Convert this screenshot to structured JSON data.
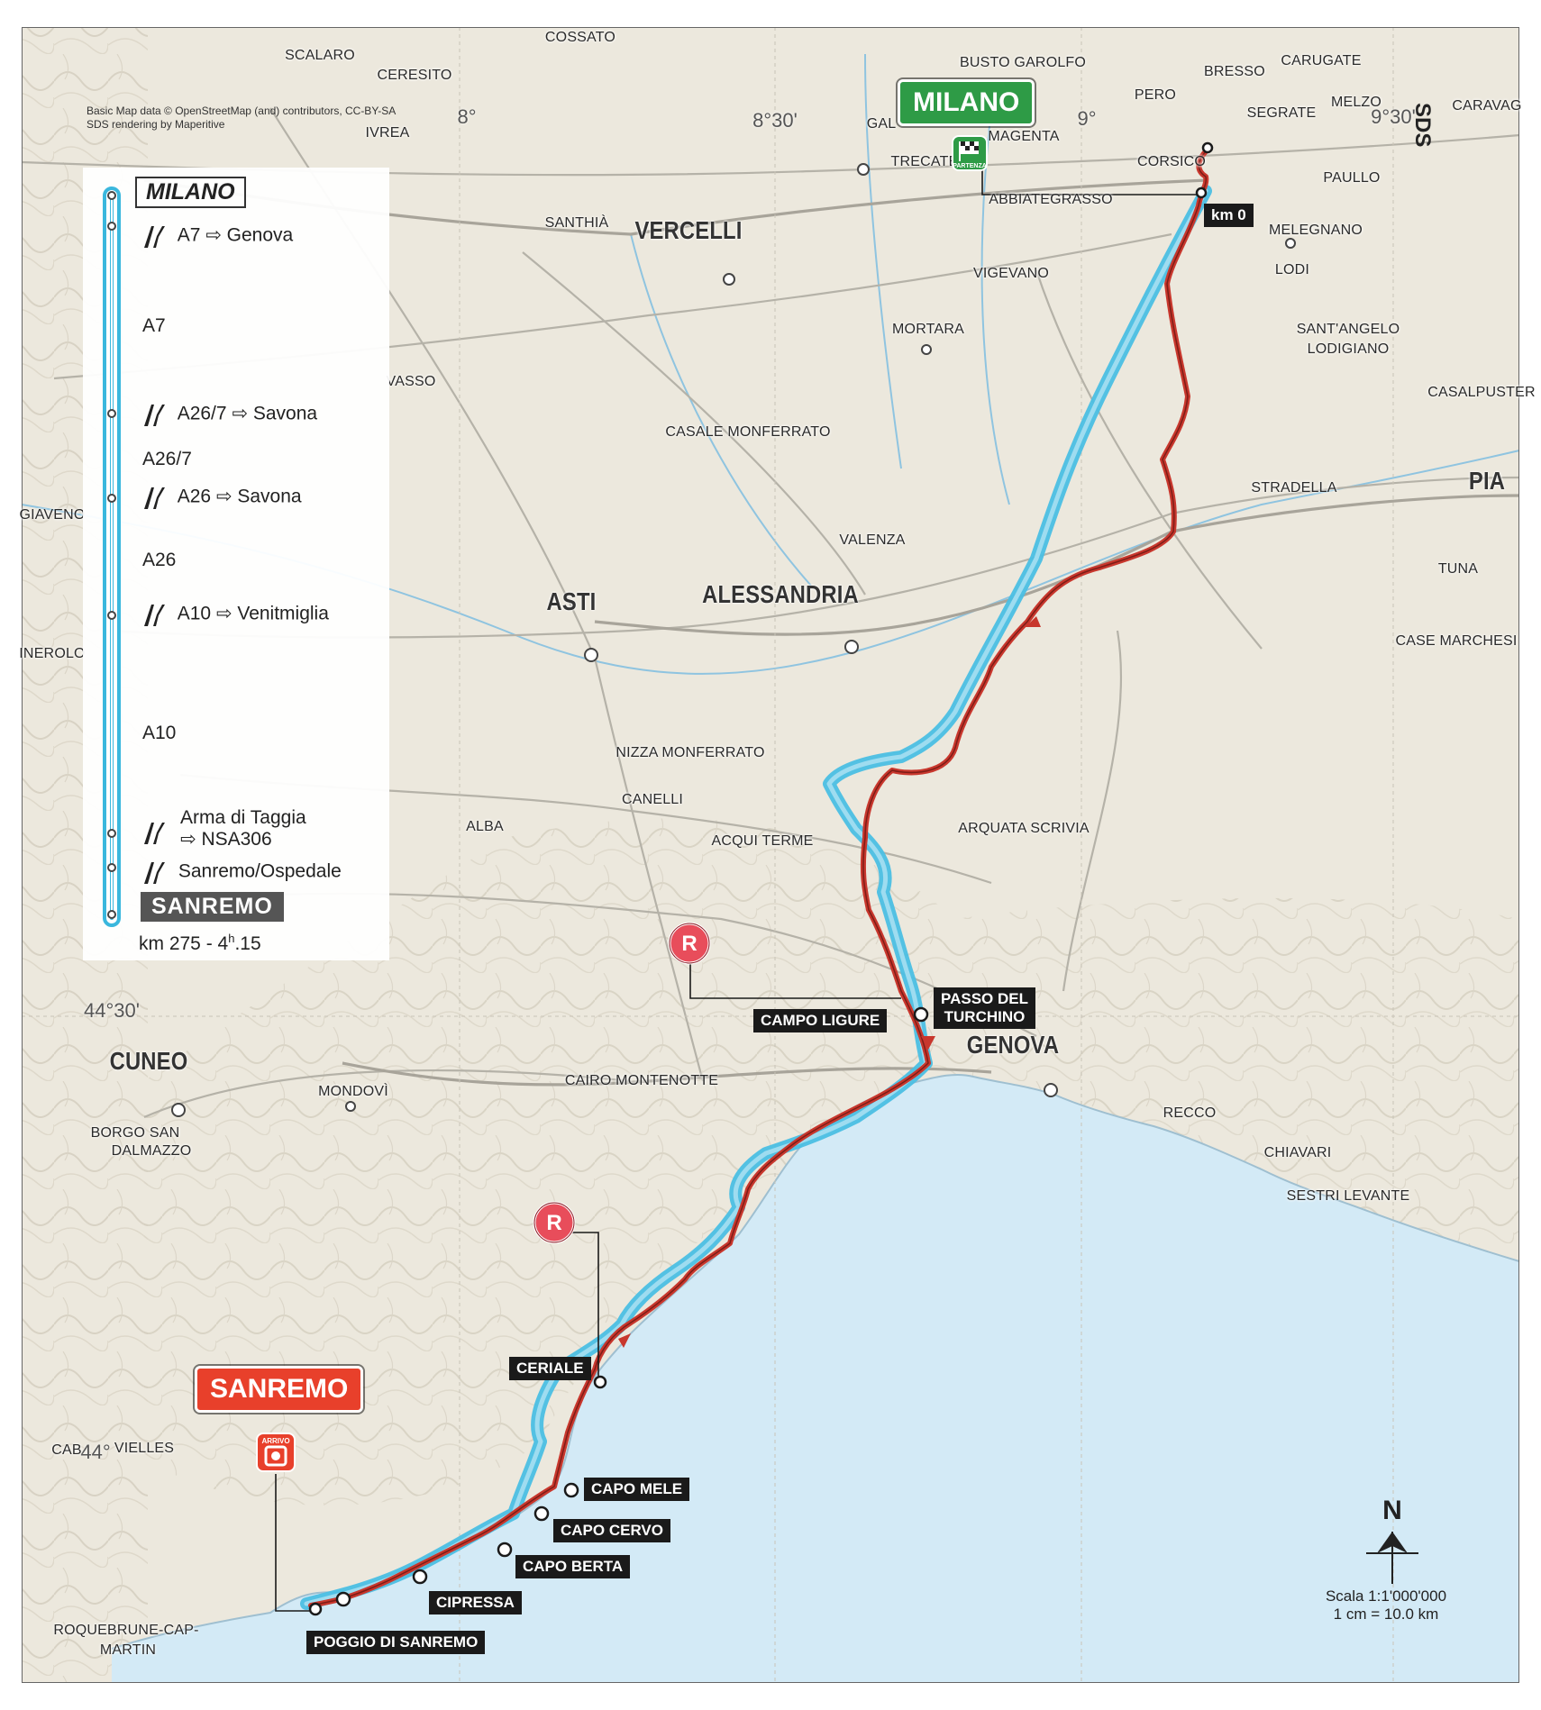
{
  "attribution": [
    "Basic Map data © OpenStreetMap (and) contributors, CC-BY-SA",
    "SDS rendering by Maperitive"
  ],
  "colors": {
    "land": "#ece8dd",
    "sea": "#d3eaf6",
    "route": "#c8372d",
    "highway_buffer": "#4bbfe3",
    "start_sign": "#2e9b46",
    "finish_sign": "#e8402b"
  },
  "grid_labels": {
    "lon_8": "8°",
    "lon_8_30": "8°30'",
    "lon_9": "9°",
    "lon_9_30": "9°30'",
    "lat_44_30": "44°30'",
    "lat_44": "44°"
  },
  "brand": "SDS",
  "start_sign": "MILANO",
  "finish_sign": "SANREMO",
  "partenza_label": "PARTENZA",
  "arrivo_label": "ARRIVO",
  "km0_label": "km 0",
  "climb_marker": "R",
  "places": {
    "major": {
      "vercelli": "VERCELLI",
      "asti": "ASTI",
      "alessandria": "ALESSANDRIA",
      "genova": "GENOVA",
      "cuneo": "CUNEO",
      "pia": "PIA"
    },
    "towns": {
      "cossato": "COSSATO",
      "scalaro": "SCALARO",
      "ceresito": "CERESITO",
      "ivrea": "IVREA",
      "busto": "BUSTO GAROLFO",
      "pero": "PERO",
      "bresso": "BRESSO",
      "carugate": "CARUGATE",
      "segrate": "SEGRATE",
      "melzo": "MELZO",
      "caravag": "CARAVAG",
      "gal": "GAL",
      "magenta": "MAGENTA",
      "trecate": "TRECATE",
      "corsico": "CORSICO",
      "paullo": "PAULLO",
      "abbiategrasso": "ABBIATEGRASSO",
      "melegnano": "MELEGNANO",
      "santhia": "SANTHIÀ",
      "vigevano": "VIGEVANO",
      "lodi": "LODI",
      "mortara": "MORTARA",
      "santangelo": "SANT'ANGELO",
      "lodigiano": "LODIGIANO",
      "vasso": "VASSO",
      "casalpuster": "CASALPUSTER",
      "casale": "CASALE MONFERRATO",
      "stradella": "STRADELLA",
      "giaveno": "GIAVENO",
      "valenza": "VALENZA",
      "tuna": "TUNA",
      "inerolo": "INEROLO",
      "casemarchesi": "CASE MARCHESI",
      "nizza": "NIZZA MONFERRATO",
      "canelli": "CANELLI",
      "alba": "ALBA",
      "acqui": "ACQUI TERME",
      "arquata": "ARQUATA SCRIVIA",
      "cairo": "CAIRO MONTENOTTE",
      "mondovi": "MONDOVÌ",
      "borgo": "BORGO SAN",
      "dalmazzo": "DALMAZZO",
      "recco": "RECCO",
      "chiavari": "CHIAVARI",
      "sestri": "SESTRI LEVANTE",
      "cab": "CAB",
      "vielles": "VIELLES",
      "roquebrune": "ROQUEBRUNE-CAP-",
      "martin": "MARTIN"
    }
  },
  "waypoints": {
    "campo_ligure": "CAMPO LIGURE",
    "passo_del": "PASSO DEL",
    "turchino": "TURCHINO",
    "ceriale": "CERIALE",
    "capo_mele": "CAPO MELE",
    "capo_cervo": "CAPO CERVO",
    "capo_berta": "CAPO BERTA",
    "cipressa": "CIPRESSA",
    "poggio": "POGGIO DI SANREMO"
  },
  "route_panel": {
    "start": "MILANO",
    "junctions": [
      {
        "road": "A7",
        "to": "Genova"
      },
      {
        "road": "A26/7",
        "to": "Savona"
      },
      {
        "road": "A26",
        "to": "Savona"
      },
      {
        "road": "A10",
        "to": "Venitmiglia"
      }
    ],
    "segments": [
      "A7",
      "A26/7",
      "A26",
      "A10"
    ],
    "exit1_line1": "Arma di Taggia",
    "exit1_line2": "NSA306",
    "exit2": "Sanremo/Ospedale",
    "finish": "SANREMO",
    "distance_prefix": "km 275 - 4",
    "distance_sup": "h",
    "distance_suffix": ".15"
  },
  "north_label": "N",
  "scale_line1": "Scala 1:1'000'000",
  "scale_line2": "1 cm = 10.0 km"
}
